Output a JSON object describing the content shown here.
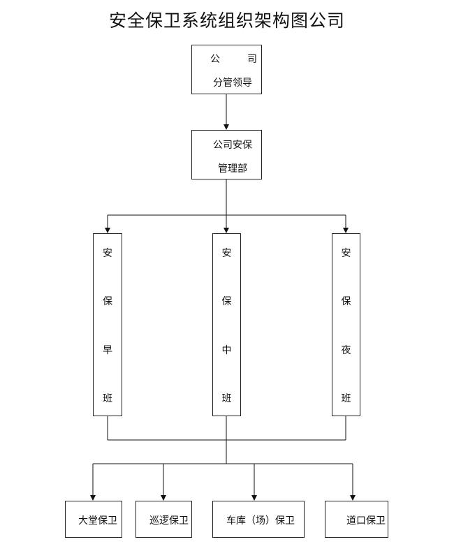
{
  "title": "安全保卫系统组织架构图公司",
  "top": {
    "line1": [
      "公",
      "司"
    ],
    "line2": "分管领导"
  },
  "dept": {
    "line1": "公司安保",
    "line2": "管理部"
  },
  "shifts": [
    {
      "chars": [
        "安",
        "保",
        "早",
        "班"
      ]
    },
    {
      "chars": [
        "安",
        "保",
        "中",
        "班"
      ]
    },
    {
      "chars": [
        "安",
        "保",
        "夜",
        "班"
      ]
    }
  ],
  "posts": [
    "大堂保卫",
    "巡逻保卫",
    "车库（场）保卫",
    "道口保卫"
  ]
}
